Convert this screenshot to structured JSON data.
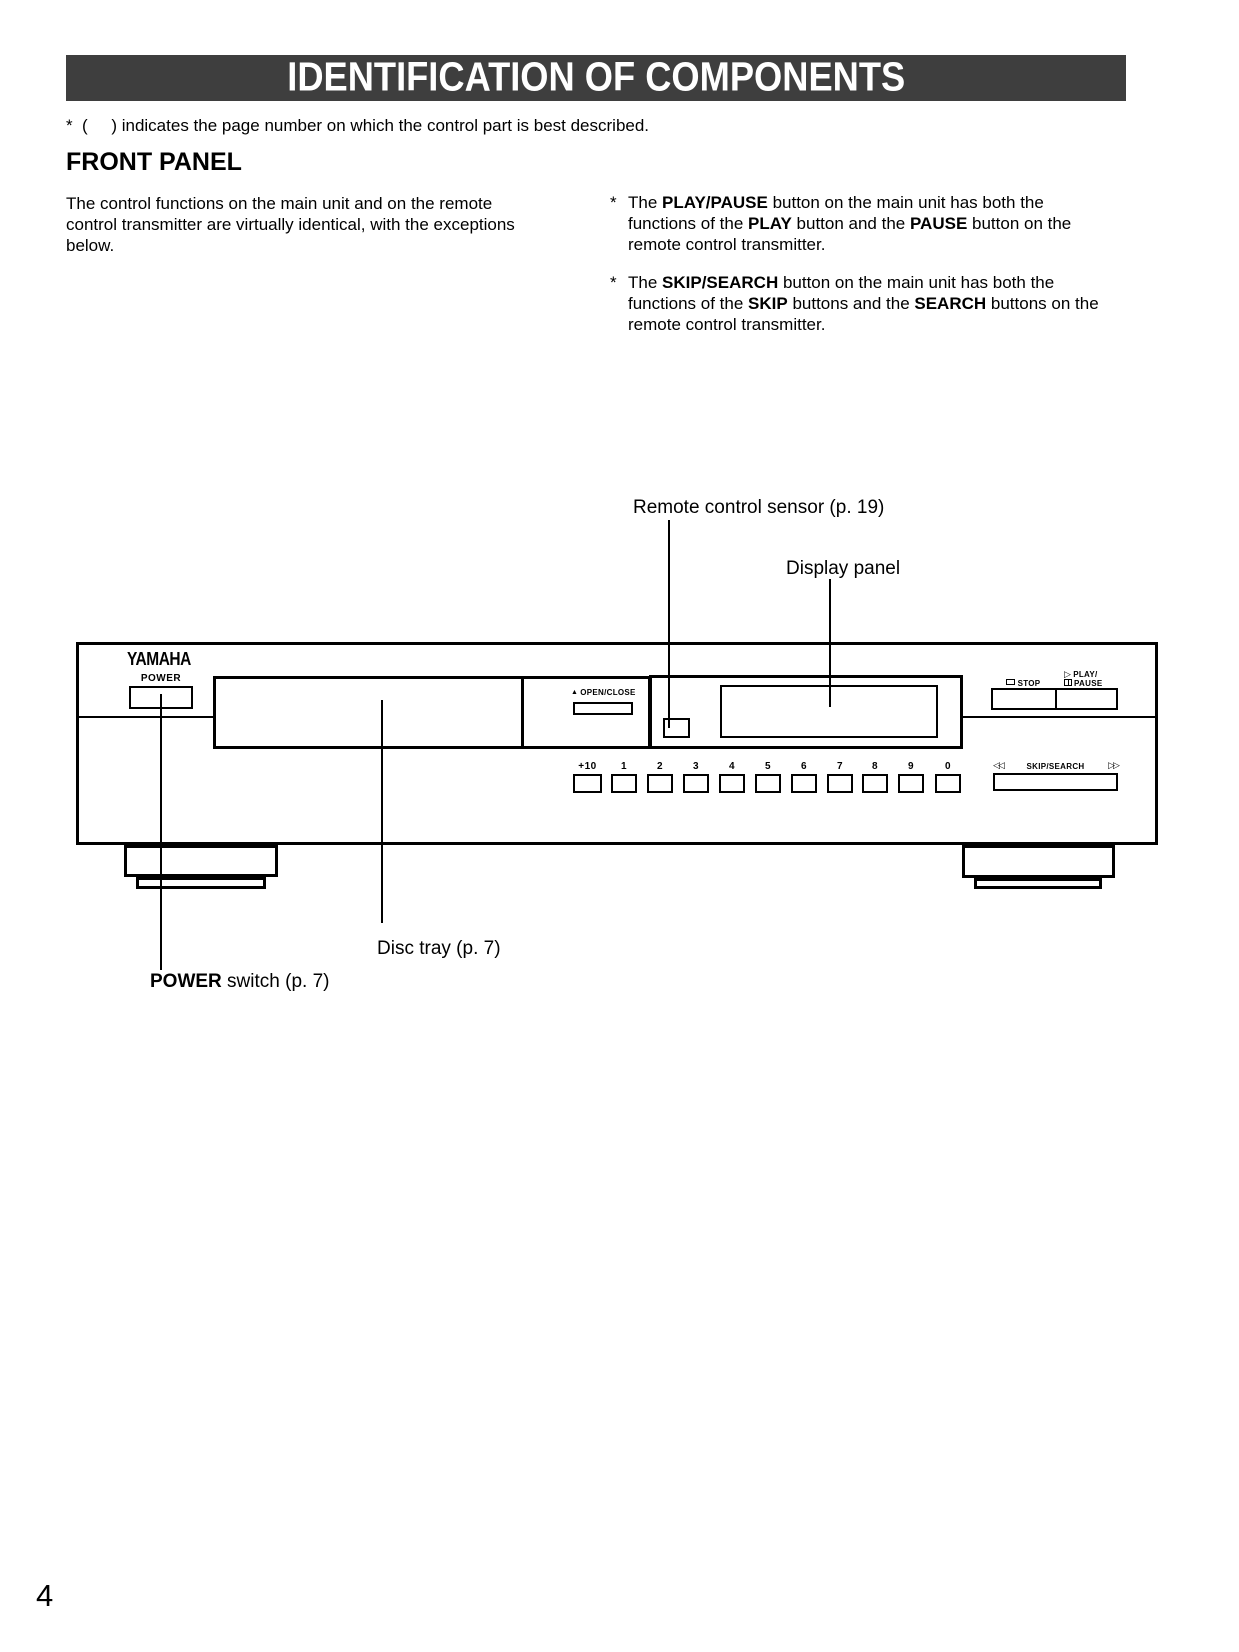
{
  "banner": {
    "title": "IDENTIFICATION OF COMPONENTS",
    "bg_color": "#3e3e3e"
  },
  "note": "*  (     ) indicates the page number on which the control part is best described.",
  "section": {
    "heading": "FRONT PANEL"
  },
  "intro": "The control functions on the main unit and on the remote control transmitter are virtually identical, with the exceptions below.",
  "bullets": [
    {
      "marker": "*",
      "segments": [
        {
          "t": "The "
        },
        {
          "t": "PLAY/PAUSE",
          "b": true
        },
        {
          "t": " button on the main unit has both the functions of the "
        },
        {
          "t": "PLAY",
          "b": true
        },
        {
          "t": " button and the "
        },
        {
          "t": "PAUSE",
          "b": true
        },
        {
          "t": " button on the remote control transmitter."
        }
      ]
    },
    {
      "marker": "*",
      "segments": [
        {
          "t": "The "
        },
        {
          "t": "SKIP/SEARCH",
          "b": true
        },
        {
          "t": " button on the main unit has both the functions of the "
        },
        {
          "t": "SKIP",
          "b": true
        },
        {
          "t": " buttons and the "
        },
        {
          "t": "SEARCH",
          "b": true
        },
        {
          "t": " buttons on the remote control transmitter."
        }
      ]
    }
  ],
  "callouts": {
    "remote_sensor": "Remote control sensor (p. 19)",
    "display_panel": "Display panel",
    "disc_tray": "Disc tray (p. 7)",
    "power_switch": [
      {
        "t": "POWER",
        "b": true
      },
      {
        "t": " switch (p. 7)"
      }
    ]
  },
  "panel": {
    "brand": "YAMAHA",
    "power_label": "POWER",
    "open_close_label": "OPEN/CLOSE",
    "stop_label": "STOP",
    "play_label": "PLAY/",
    "pause_label": "PAUSE",
    "number_labels": [
      "+10",
      "1",
      "2",
      "3",
      "4",
      "5",
      "6",
      "7",
      "8",
      "9",
      "0"
    ],
    "skip_search_label": "SKIP/SEARCH"
  },
  "icons": {
    "eject_glyph": "▲",
    "play_glyph": "▷",
    "skip_back_glyph": "◁◁",
    "skip_forward_glyph": "▷▷"
  },
  "page": {
    "number": "4"
  }
}
